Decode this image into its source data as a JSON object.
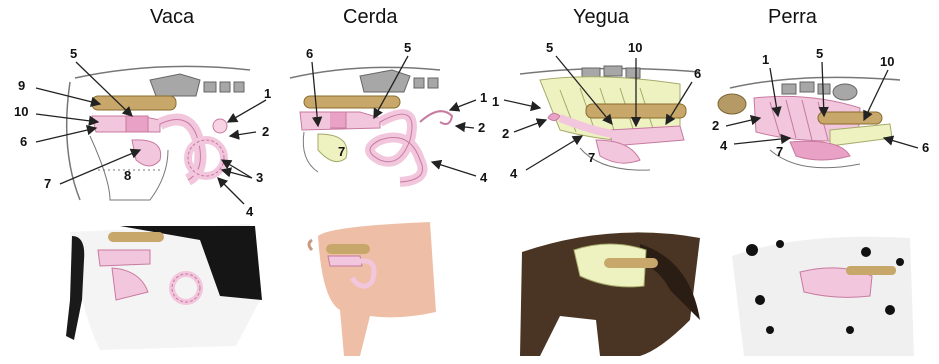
{
  "species": [
    {
      "name": "Vaca"
    },
    {
      "name": "Cerda"
    },
    {
      "name": "Yegua"
    },
    {
      "name": "Perra"
    }
  ],
  "labels": {
    "vaca": [
      "5",
      "9",
      "10",
      "6",
      "7",
      "8",
      "1",
      "2",
      "3",
      "4"
    ],
    "cerda": [
      "6",
      "5",
      "7",
      "1",
      "2",
      "4"
    ],
    "yegua": [
      "5",
      "10",
      "6",
      "1",
      "2",
      "7",
      "4"
    ],
    "perra": [
      "1",
      "5",
      "10",
      "2",
      "4",
      "7",
      "6"
    ]
  },
  "colors": {
    "organ_pink": "#f2c6dc",
    "organ_outline": "#c77aa0",
    "rectum_tan": "#c8a86a",
    "bladder_yellow": "#eef2c0",
    "bone_gray": "#a7a7a7"
  }
}
